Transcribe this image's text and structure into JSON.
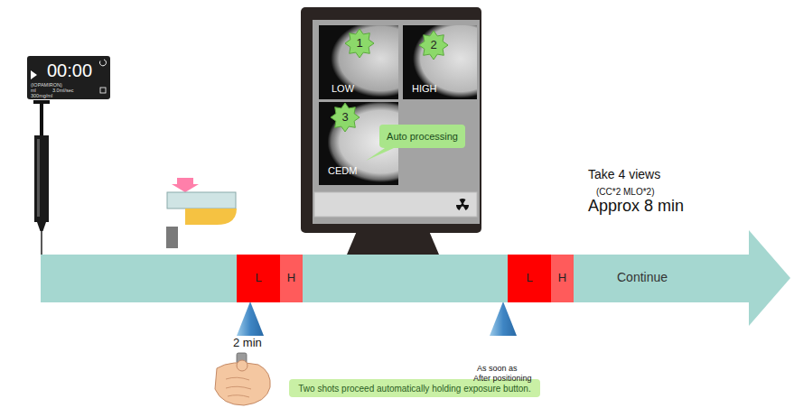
{
  "diagram": {
    "nodes": [
      {
        "text": [
          "00:00",
          "(IOPAMIRON)",
          "ml",
          "3.0ml/sec",
          "300mg/ml"
        ]
      },
      {
        "text": [
          "LOW"
        ]
      },
      {
        "text": [
          "1"
        ],
        "in": 1
      },
      {
        "text": [
          "HIGH"
        ]
      },
      {
        "text": [
          "2"
        ],
        "in": 3
      },
      {
        "text": [
          "CEDM"
        ]
      },
      {
        "text": [
          "3"
        ],
        "in": 5
      },
      {
        "text": [
          "Auto processing"
        ]
      },
      {
        "text": [
          "Continue"
        ]
      },
      {
        "text": [
          "L"
        ],
        "in": 8
      },
      {
        "text": [
          "H"
        ],
        "in": 8
      },
      {
        "text": [
          "L"
        ],
        "in": 8
      },
      {
        "text": [
          "H"
        ],
        "in": 8
      },
      {
        "text": [
          "Two shots proceed automatically holding exposure button."
        ]
      }
    ],
    "labels": [
      "Take 4 views",
      "(CC*2 MLO*2)",
      "Approx 8 min",
      "2 min",
      "As soon as",
      "After positioning"
    ]
  }
}
